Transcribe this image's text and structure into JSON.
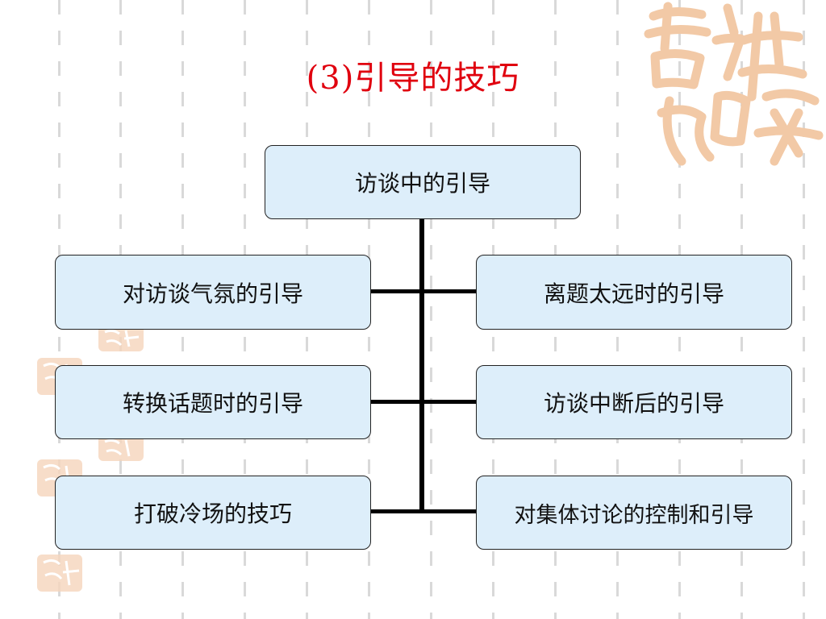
{
  "title": "(3)引导的技巧",
  "colors": {
    "title": "#e0000e",
    "node_fill": "#ddeefa",
    "connector": "#000000",
    "stamp": "#f2c9a6"
  },
  "diagram": {
    "root": "访谈中的引导",
    "left_nodes": [
      "对访谈气氛的引导",
      "转换话题时的引导",
      "打破冷场的技巧"
    ],
    "right_nodes": [
      "离题太远时的引导",
      "访谈中断后的引导",
      "对集体讨论的控制和引导"
    ]
  },
  "decorations": {
    "stamp_text": "吉祥如意"
  }
}
